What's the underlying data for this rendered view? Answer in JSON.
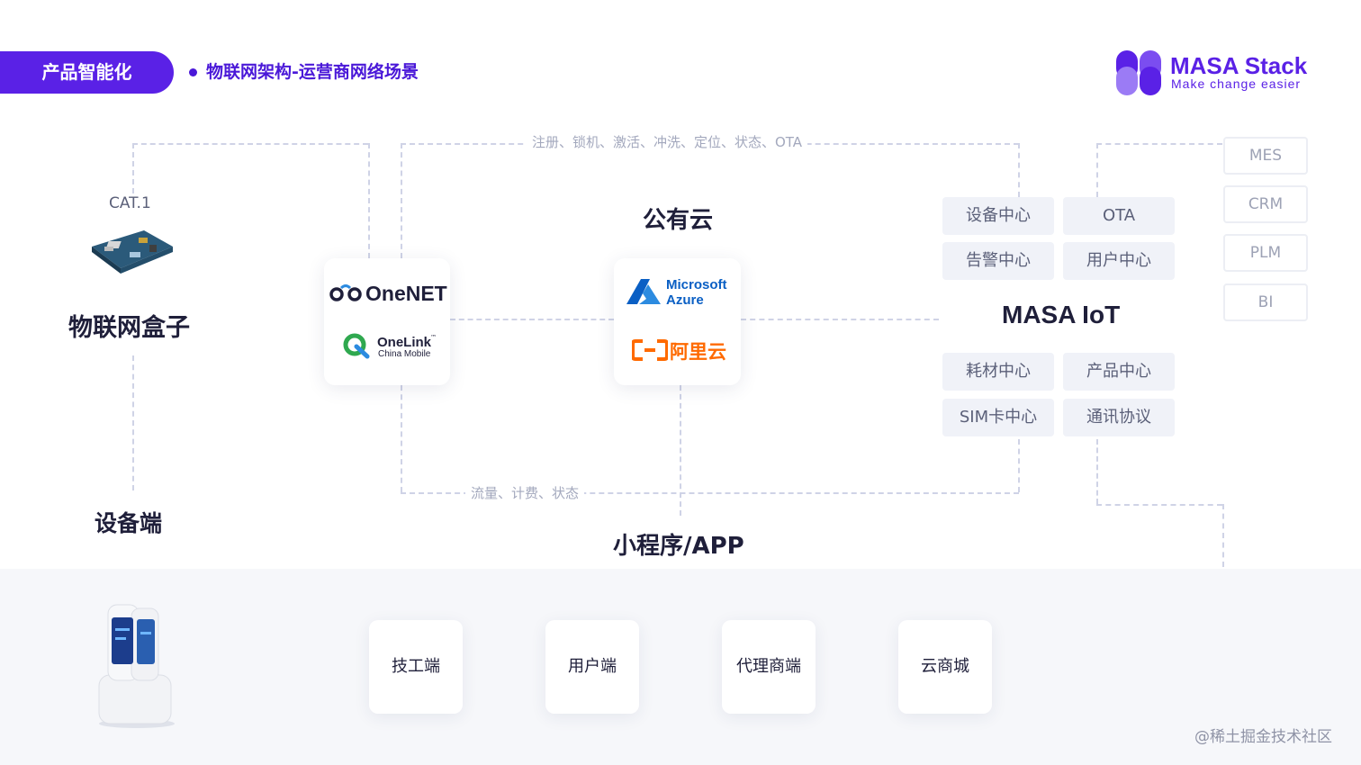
{
  "header": {
    "tag": "产品智能化",
    "subtitle": "物联网架构-运营商网络场景",
    "logo_title": "MASA Stack",
    "logo_subtitle": "Make change easier"
  },
  "device": {
    "module_label": "CAT.1",
    "box_title": "物联网盒子",
    "section_title": "设备端"
  },
  "operator": {
    "onenet": "OneNET",
    "onelink": "OneLink",
    "onelink_tm": "™",
    "china_mobile": "China Mobile"
  },
  "cloud": {
    "title": "公有云",
    "azure_line1": "Microsoft",
    "azure_line2": "Azure",
    "aliyun": "阿里云"
  },
  "flows": {
    "top": "注册、锁机、激活、冲洗、定位、状态、OTA",
    "bottom": "流量、计费、状态"
  },
  "iot": {
    "title": "MASA IoT",
    "top_cells": [
      "设备中心",
      "OTA",
      "告警中心",
      "用户中心"
    ],
    "bottom_cells": [
      "耗材中心",
      "产品中心",
      "SIM卡中心",
      "通讯协议"
    ]
  },
  "systems": [
    "MES",
    "CRM",
    "PLM",
    "BI"
  ],
  "app": {
    "title": "小程序/APP",
    "clients": [
      "技工端",
      "用户端",
      "代理商端",
      "云商城"
    ]
  },
  "watermark": "@稀土掘金技术社区",
  "colors": {
    "brand": "#5a21e6",
    "azure": "#0a5fc4",
    "aliyun": "#ff6a00",
    "onelink_green": "#2fa84f"
  }
}
